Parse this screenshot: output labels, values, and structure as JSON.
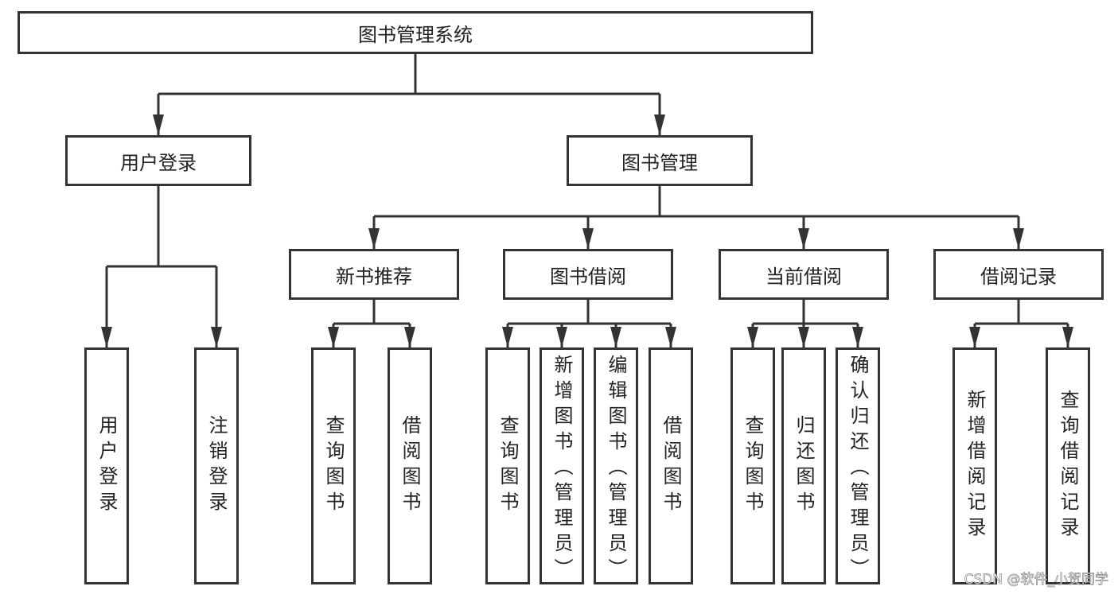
{
  "root": {
    "label": "图书管理系统"
  },
  "level1": [
    {
      "label": "用户登录",
      "children": [
        "用户登录",
        "注销登录"
      ]
    },
    {
      "label": "图书管理"
    }
  ],
  "level2": [
    {
      "label": "新书推荐",
      "children": [
        "查询图书",
        "借阅图书"
      ]
    },
    {
      "label": "图书借阅",
      "children": [
        "查询图书",
        "新增图书（管理员）",
        "编辑图书（管理员）",
        "借阅图书"
      ]
    },
    {
      "label": "当前借阅",
      "children": [
        "查询图书",
        "归还图书",
        "确认归还（管理员）"
      ]
    },
    {
      "label": "借阅记录",
      "children": [
        "新增借阅记录",
        "查询借阅记录"
      ]
    }
  ],
  "watermark": "CSDN @软件_小贺同学",
  "colors": {
    "stroke": "#333333",
    "text": "#222222"
  }
}
